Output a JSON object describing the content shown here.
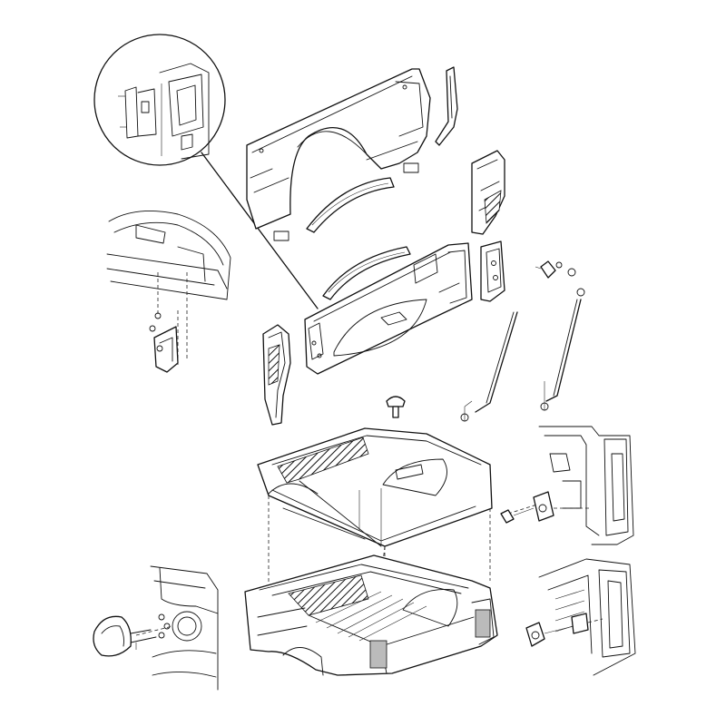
{
  "diagram": {
    "parts": [
      "detail-callout",
      "bed-side-outer-panel",
      "wheelhouse-liner-outer",
      "wheelhouse-liner-inner",
      "bed-side-inner-panel",
      "front-corner-bracket",
      "rear-pillar-panel",
      "rear-pillar-reinforcement",
      "tailgate-latch-striker",
      "tailgate-support-cable-left",
      "tailgate-support-cable-right",
      "bed-bolt-fastener",
      "bed-liner",
      "truck-bed-assembly",
      "fuel-filler-door-detail",
      "bed-front-panel-detail",
      "rear-bumper-step-detail",
      "tail-lamp-detail"
    ]
  }
}
